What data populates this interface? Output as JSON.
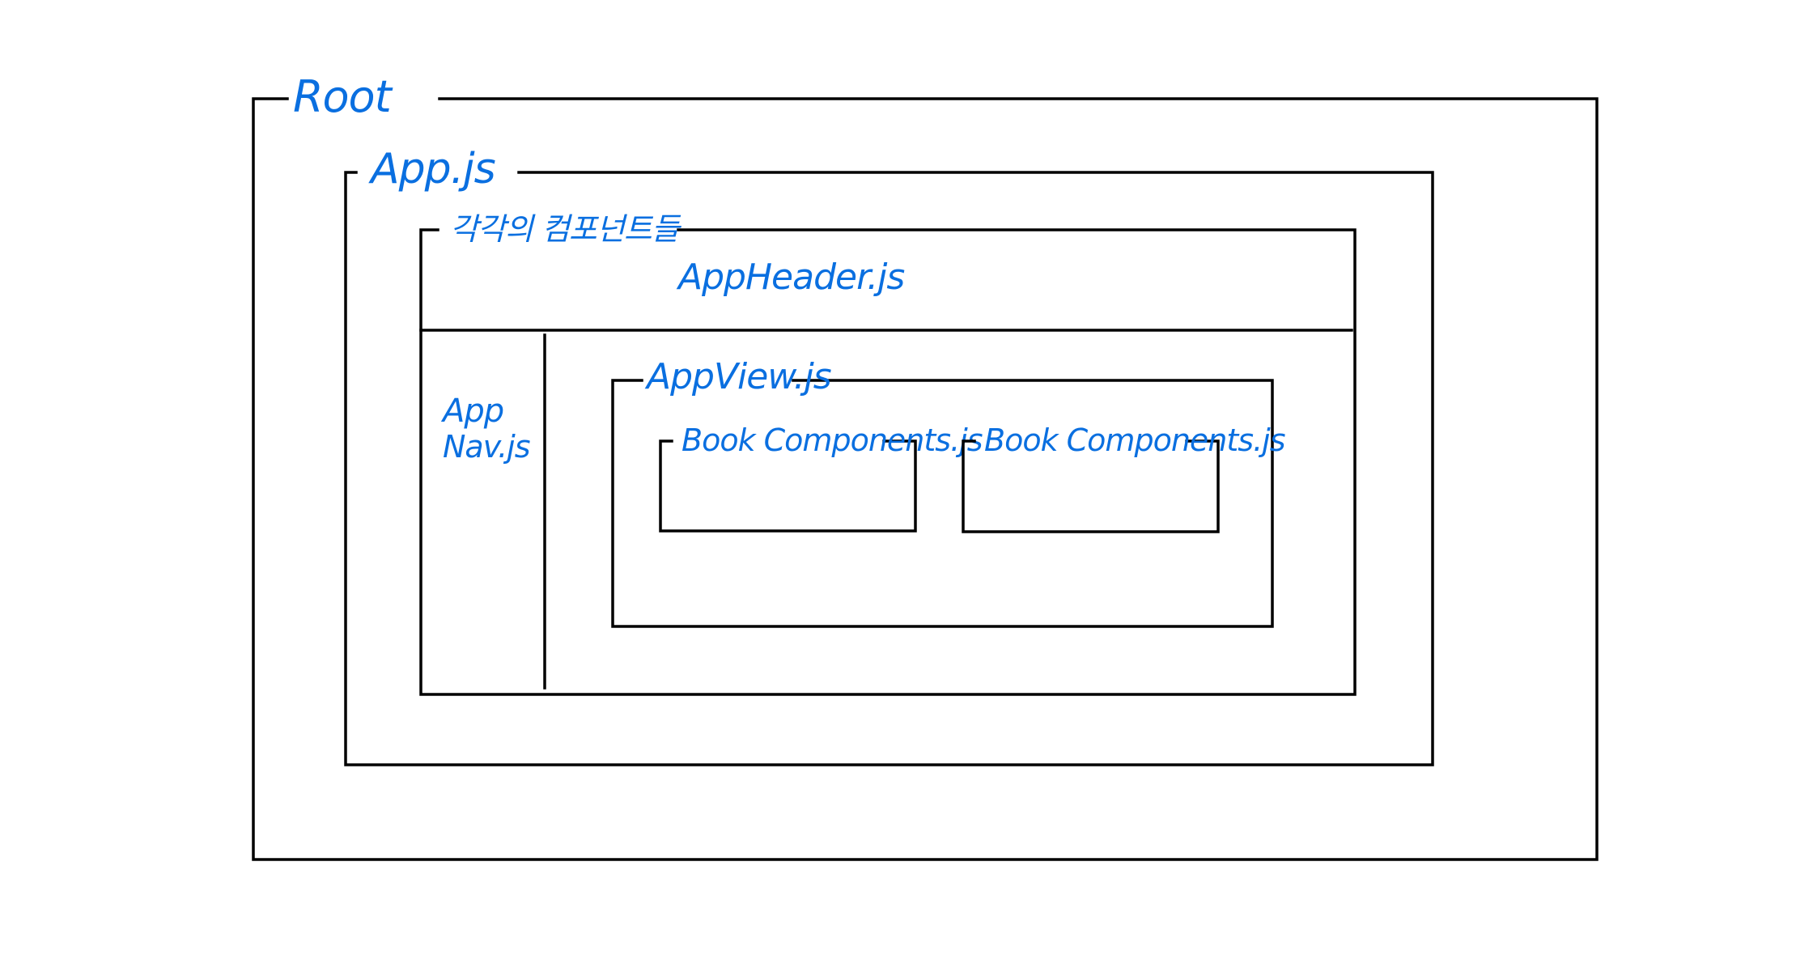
{
  "labels": {
    "root": "Root",
    "app": "App.js",
    "components": "각각의 컴포넌트들",
    "header": "AppHeader.js",
    "nav_line1": "App",
    "nav_line2": "Nav.js",
    "view": "AppView.js",
    "book1": "Book Components.js",
    "book2": "Book Components.js"
  },
  "colors": {
    "label": "#0a6fe0",
    "line": "#000000",
    "background": "#ffffff"
  }
}
